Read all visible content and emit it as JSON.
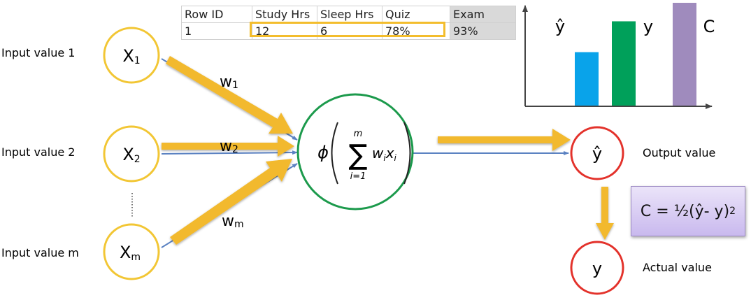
{
  "inputs": [
    {
      "label": "Input value 1",
      "node": "X",
      "sub": "1"
    },
    {
      "label": "Input value 2",
      "node": "X",
      "sub": "2"
    },
    {
      "label": "Input value m",
      "node": "X",
      "sub": "m"
    }
  ],
  "weights": [
    {
      "base": "w",
      "sub": "1"
    },
    {
      "base": "w",
      "sub": "2"
    },
    {
      "base": "w",
      "sub": "m"
    }
  ],
  "neuron": {
    "phi": "ϕ",
    "sum": "∑",
    "upper": "m",
    "lower": "i=1",
    "term_w": "w",
    "term_w_sub": "i",
    "term_x": "x",
    "term_x_sub": "i"
  },
  "output": {
    "symbol": "ŷ",
    "label": "Output value"
  },
  "actual": {
    "symbol": "y",
    "label": "Actual value"
  },
  "cost": {
    "formula": "C = ½(ŷ- y)",
    "exp": "2"
  },
  "table": {
    "headers": [
      "Row ID",
      "Study Hrs",
      "Sleep Hrs",
      "Quiz",
      "Exam"
    ],
    "rows": [
      [
        "1",
        "12",
        "6",
        "78%",
        "93%"
      ]
    ]
  },
  "chart_data": {
    "type": "bar",
    "categories": [
      "ŷ",
      "y",
      "C"
    ],
    "values": [
      0.52,
      0.82,
      1.0
    ],
    "colors": [
      "#09a3ea",
      "#00a05a",
      "#9f8bbd"
    ],
    "ylim": [
      0,
      1.0
    ],
    "xlabel": "",
    "ylabel": "",
    "title": ""
  },
  "colors": {
    "node_border": "#f2c634",
    "neuron_border": "#1c9a4c",
    "output_border": "#e3322b",
    "arrow": "#f2b92d",
    "line": "#5b82c2"
  }
}
